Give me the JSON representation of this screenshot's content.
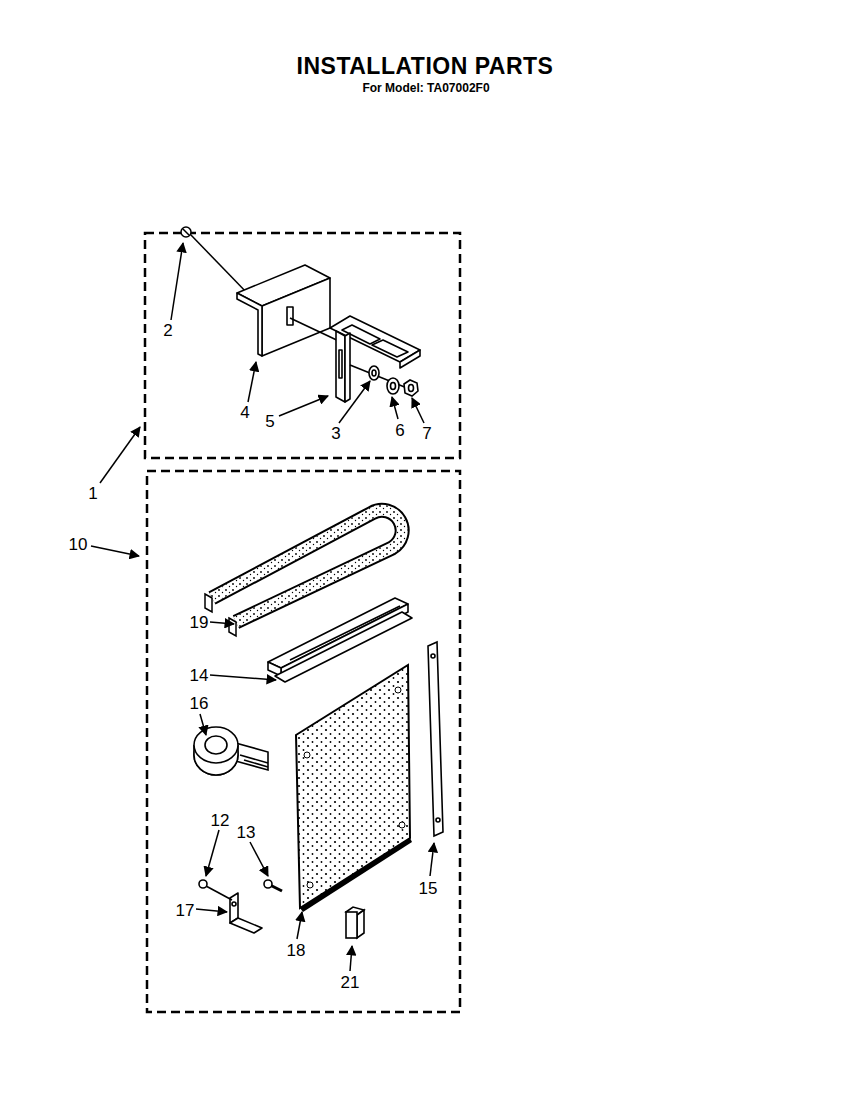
{
  "diagram": {
    "title": "INSTALLATION PARTS",
    "labels": [
      "For Model: TA07002F0",
      "2",
      "4",
      "5",
      "3",
      "6",
      "7",
      "1",
      "10",
      "19",
      "14",
      "16",
      "12",
      "13",
      "17",
      "18",
      "15",
      "21"
    ]
  }
}
